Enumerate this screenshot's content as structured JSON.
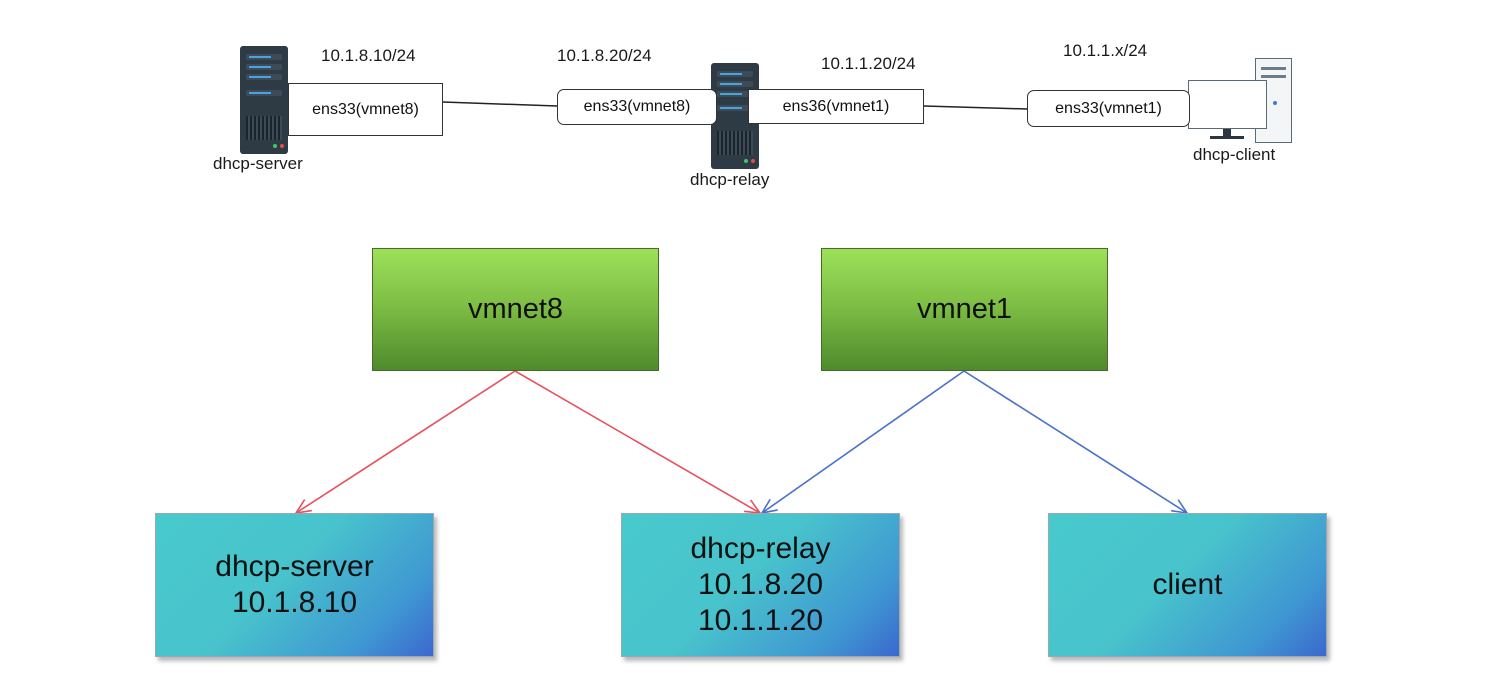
{
  "topology": {
    "server": {
      "label": "dhcp-server",
      "ip": "10.1.8.10/24",
      "iface": "ens33(vmnet8)"
    },
    "relay": {
      "label": "dhcp-relay",
      "ip_left": "10.1.8.20/24",
      "ip_right": "10.1.1.20/24",
      "iface_left": "ens33(vmnet8)",
      "iface_right": "ens36(vmnet1)"
    },
    "client": {
      "label": "dhcp-client",
      "ip": "10.1.1.x/24",
      "iface": "ens33(vmnet1)"
    }
  },
  "diagram": {
    "networks": [
      {
        "name": "vmnet8",
        "arrow_color": "#e8505f"
      },
      {
        "name": "vmnet1",
        "arrow_color": "#4a72c8"
      }
    ],
    "hosts": [
      {
        "lines": [
          "dhcp-server",
          "10.1.8.10"
        ]
      },
      {
        "lines": [
          "dhcp-relay",
          "10.1.8.20",
          "10.1.1.20"
        ]
      },
      {
        "lines": [
          "client"
        ]
      }
    ]
  }
}
